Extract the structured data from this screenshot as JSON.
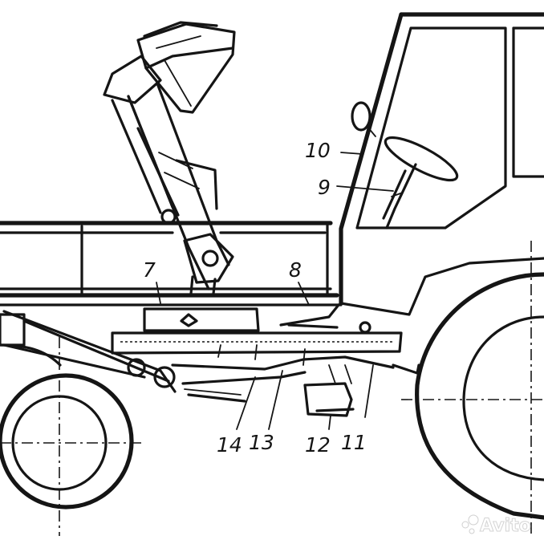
{
  "labels": {
    "l7": "7",
    "l8": "8",
    "l9": "9",
    "l10": "10",
    "l11": "11",
    "l12": "12",
    "l13": "13",
    "l14": "14"
  },
  "watermark": "Avito",
  "colors": {
    "ink": "#151515",
    "background": "#ffffff"
  }
}
